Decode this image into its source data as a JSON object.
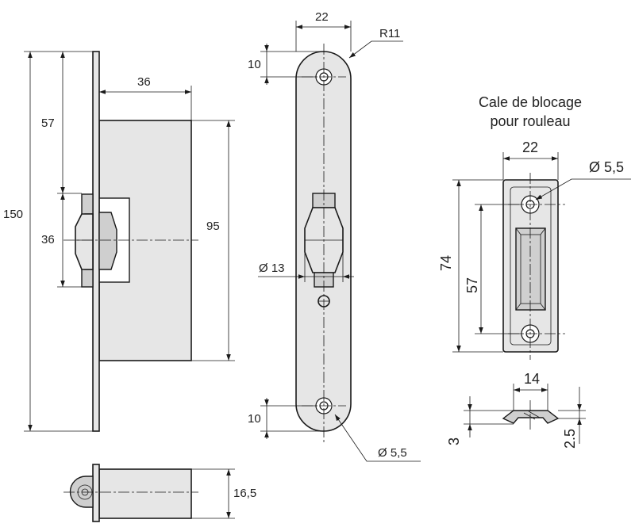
{
  "side_view": {
    "total_height": "150",
    "upper_offset": "57",
    "roller_height": "36",
    "body_depth": "36",
    "body_height": "95"
  },
  "front_view": {
    "plate_width": "22",
    "corner_radius": "R11",
    "top_hole_offset": "10",
    "bottom_hole_offset": "10",
    "roller_diameter": "Ø 13",
    "hole_diameter": "Ø 5,5"
  },
  "bottom_view": {
    "body_thickness": "16,5"
  },
  "shim": {
    "title_line1": "Cale de blocage",
    "title_line2": "pour rouleau",
    "width": "22",
    "hole_diameter": "Ø 5,5",
    "height": "74",
    "hole_spacing": "57",
    "profile_width": "14",
    "thickness": "3",
    "inner_thickness": "2.5"
  }
}
